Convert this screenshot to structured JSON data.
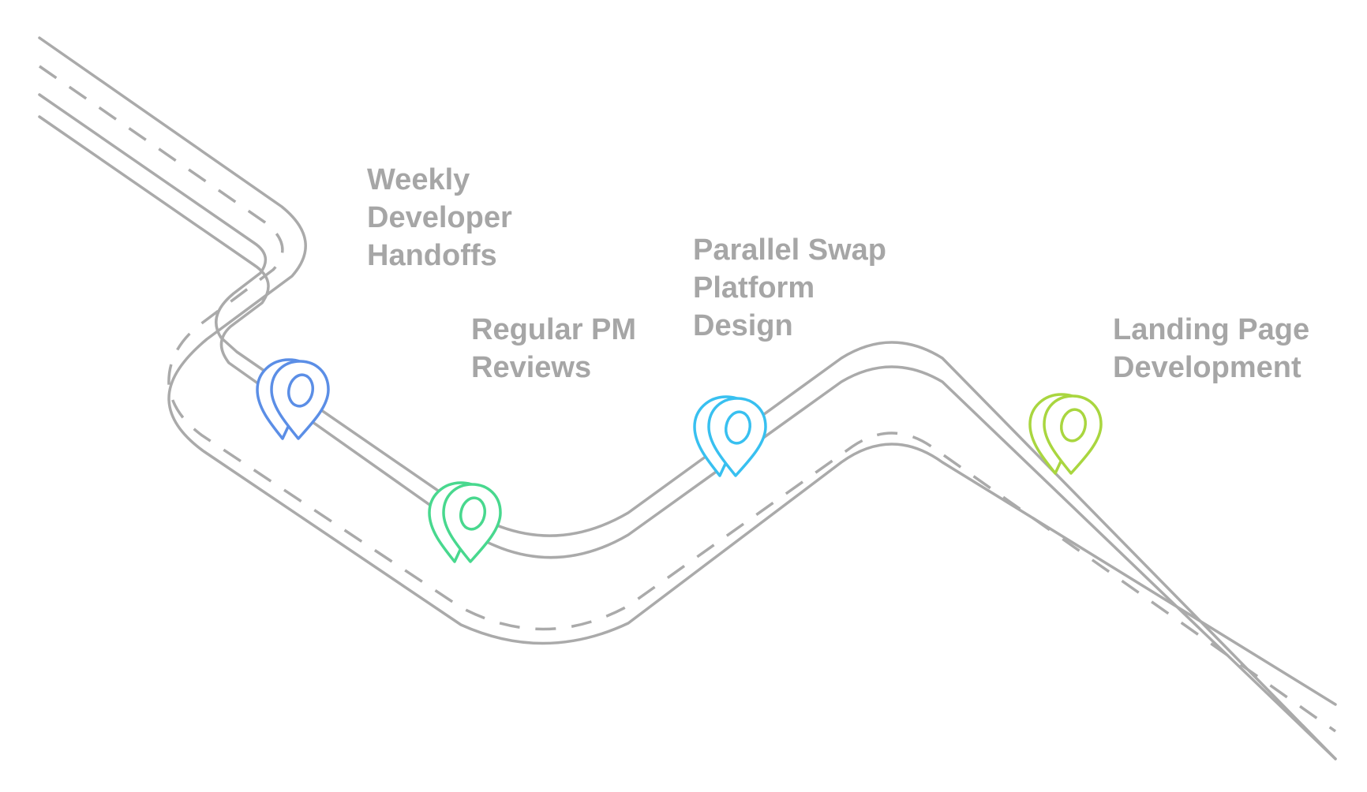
{
  "colors": {
    "road": "#aaaaaa",
    "label_text": "#a6a6a6",
    "pin_blue": "#5b8ee6",
    "pin_green": "#48d88e",
    "pin_cyan": "#38c0f0",
    "pin_lime": "#a9d63f"
  },
  "milestones": [
    {
      "lines": [
        "Weekly",
        "Developer",
        "Handoffs"
      ],
      "color_key": "pin_blue",
      "icon": "map-pin-icon"
    },
    {
      "lines": [
        "Regular PM",
        "Reviews"
      ],
      "color_key": "pin_green",
      "icon": "map-pin-icon"
    },
    {
      "lines": [
        "Parallel Swap",
        "Platform",
        "Design"
      ],
      "color_key": "pin_cyan",
      "icon": "map-pin-icon"
    },
    {
      "lines": [
        "Landing Page",
        "Development"
      ],
      "color_key": "pin_lime",
      "icon": "map-pin-icon"
    }
  ]
}
